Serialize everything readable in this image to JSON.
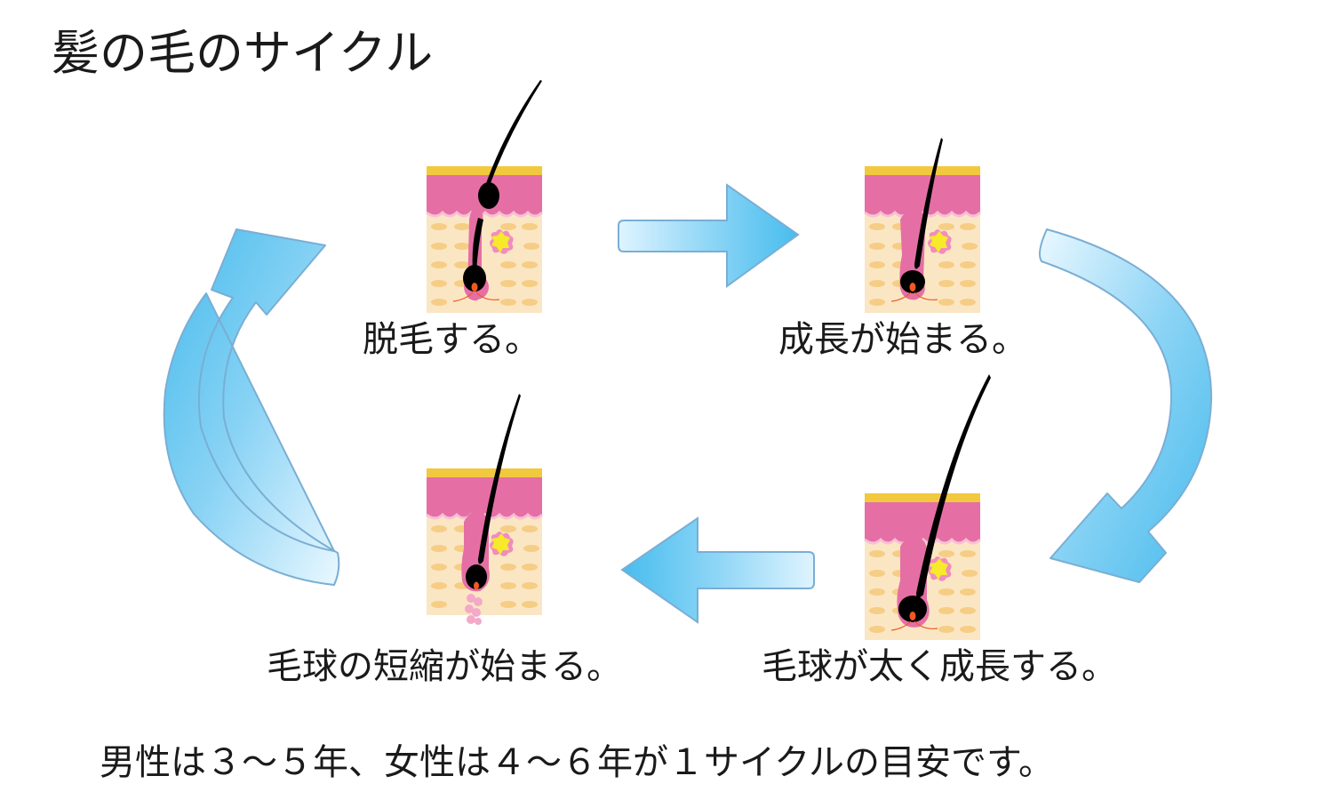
{
  "title": "髪の毛のサイクル",
  "stages": [
    {
      "label": "脱毛する。"
    },
    {
      "label": "成長が始まる。"
    },
    {
      "label": "毛球が太く成長する。"
    },
    {
      "label": "毛球の短縮が始まる。"
    }
  ],
  "footer": "男性は３～５年、女性は４～６年が１サイクルの目安です。",
  "colors": {
    "arrow": "#4ec0ee",
    "arrow_highlight": "#eaf8ff",
    "arrow_outline": "#7aaed4",
    "skin_top": "#f2c93e",
    "skin_pink": "#e56fa4",
    "tissue": "#fbe6c4",
    "cells": "#f6cd85",
    "hair": "#000000"
  }
}
